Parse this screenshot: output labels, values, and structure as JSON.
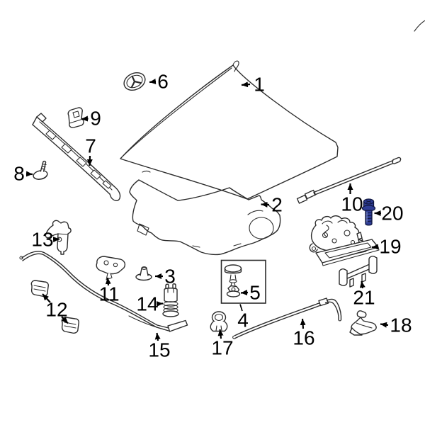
{
  "diagram": {
    "type": "exploded-parts-diagram",
    "subject": "vehicle hood components",
    "background_color": "#ffffff",
    "line_color": "#2b2b2b",
    "label_color": "#000000",
    "highlight_color": "#2e3d96",
    "highlight_dark_color": "#10173f",
    "highlighted_callout": "20"
  },
  "callouts": [
    {
      "label": "1",
      "part": "hood-panel"
    },
    {
      "label": "2",
      "part": "hood-insulation-pad"
    },
    {
      "label": "3",
      "part": "grommet"
    },
    {
      "label": "4",
      "part": "bumper-kit-box"
    },
    {
      "label": "5",
      "part": "bumper-and-nut"
    },
    {
      "label": "6",
      "part": "emblem"
    },
    {
      "label": "7",
      "part": "front-reinforcement-strip"
    },
    {
      "label": "8",
      "part": "push-pin-bolt"
    },
    {
      "label": "9",
      "part": "clip"
    },
    {
      "label": "10",
      "part": "hood-prop-rod"
    },
    {
      "label": "11",
      "part": "cable-clip-plate"
    },
    {
      "label": "12",
      "part": "cable-bracket-clips"
    },
    {
      "label": "13",
      "part": "hood-hinge"
    },
    {
      "label": "14",
      "part": "latch-spring-pin"
    },
    {
      "label": "15",
      "part": "front-release-cable"
    },
    {
      "label": "16",
      "part": "rear-release-cable"
    },
    {
      "label": "17",
      "part": "cable-grommet"
    },
    {
      "label": "18",
      "part": "safety-catch"
    },
    {
      "label": "19",
      "part": "hood-latch-assembly"
    },
    {
      "label": "20",
      "part": "latch-bolt-highlighted"
    },
    {
      "label": "21",
      "part": "latch-support-bracket"
    }
  ]
}
